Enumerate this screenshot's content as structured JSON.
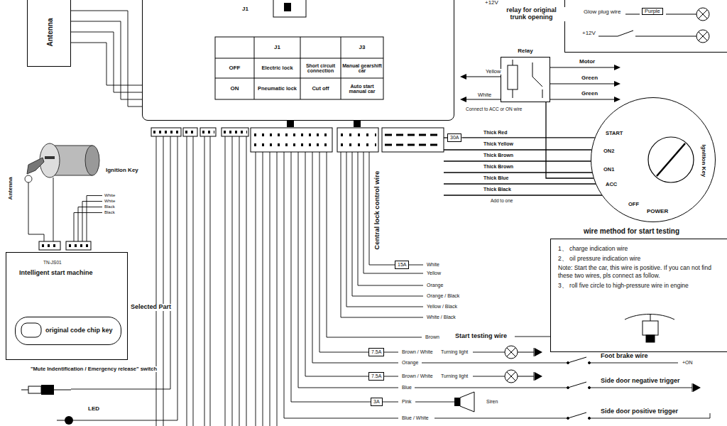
{
  "diagram": {
    "nodes": [
      {
        "text": [
          "J1"
        ]
      },
      {
        "text": [
          "Antenna"
        ]
      },
      {
        "text": [
          "Glow plug wire",
          "Purple",
          "+12V"
        ]
      },
      {
        "text": [
          "Relay"
        ]
      },
      {
        "text": [
          "Ignition Key"
        ]
      },
      {
        "text": [
          "wire method for start testing",
          "1、 charge indication wire",
          "2、 oil pressure indication wire",
          "Note: Start the car, this wire is positive. If you can not find these two wires, pls connect as follow.",
          "3、 roll five circle to high-pressure wire in engine"
        ]
      },
      {
        "text": [
          "TN-JS01",
          "Intelligent start machine"
        ]
      },
      {
        "text": [
          "original code chip key"
        ],
        "in": 6
      },
      {
        "text": [
          "30A"
        ]
      },
      {
        "text": [
          "15A"
        ]
      },
      {
        "text": [
          "7.5A"
        ]
      },
      {
        "text": [
          "7.5A"
        ]
      },
      {
        "text": [
          "3A"
        ]
      }
    ],
    "edges": [
      {
        "from": 8,
        "to": 4,
        "arrow": "none"
      },
      {
        "from": 3,
        "to": 4,
        "arrow": "none"
      }
    ],
    "labels": [
      "J1",
      "J3",
      "OFF",
      "Electric lock",
      "Short circuit connection",
      "Manual gearshift car",
      "ON",
      "Pneumatic lock",
      "Cut off",
      "Auto start manual car",
      "+12V",
      "relay for original trunk opening",
      "Yellow",
      "White",
      "Connect to ACC or ON wire",
      "Motor",
      "Green",
      "Green",
      "Thick Red",
      "Thick Yellow",
      "Thick Brown",
      "Thick Brown",
      "Thick Blue",
      "Thick Black",
      "Add to one",
      "START",
      "ON2",
      "ON1",
      "ACC",
      "OFF",
      "POWER",
      "Antenna",
      "Ignition Key",
      "White",
      "White",
      "Black",
      "Black",
      "Selected Part",
      "Central lock control wire",
      "White",
      "Yellow",
      "Orange",
      "Orange / Black",
      "Yellow / Black",
      "White / Black",
      "Brown",
      "Start testing wire",
      "Brown / White",
      "Turning light",
      "Orange",
      "Brown / White",
      "Turning light",
      "Blue",
      "Pink",
      "Siren",
      "Blue / White",
      "Foot brake wire",
      "+ON",
      "Side door negative trigger",
      "Side door positive trigger",
      "\"Mute Indentification / Emergency release\" switch",
      "LED"
    ]
  }
}
